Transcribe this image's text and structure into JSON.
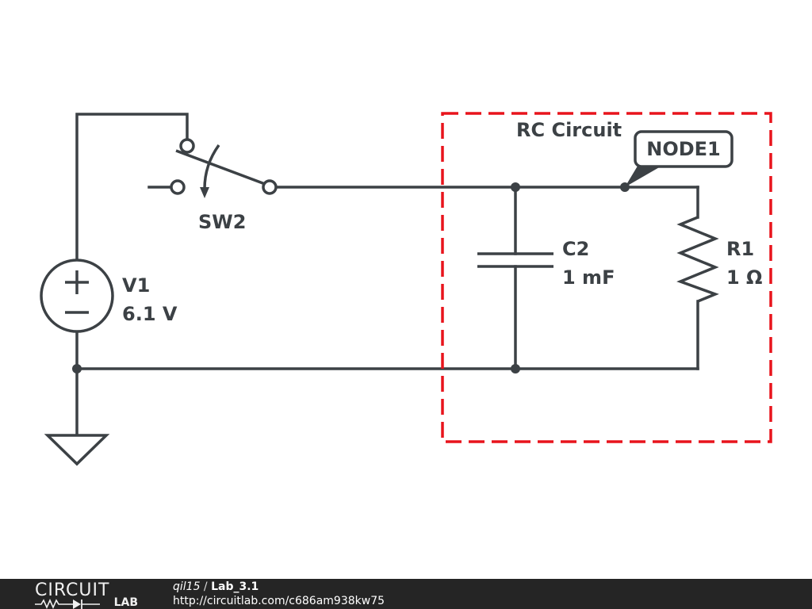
{
  "schematic": {
    "box_title": "RC Circuit",
    "box_color": "#e8141c",
    "wire_color": "#3c4145",
    "node_label": "NODE1",
    "components": {
      "switch": {
        "name": "SW2"
      },
      "source": {
        "name": "V1",
        "value": "6.1 V",
        "plus_symbol": "+",
        "minus_symbol": "−"
      },
      "capacitor": {
        "name": "C2",
        "value": "1 mF"
      },
      "resistor": {
        "name": "R1",
        "value": "1 Ω"
      }
    }
  },
  "footer": {
    "logo_top": "CIRCUIT",
    "logo_bottom": "LAB",
    "user": "qil15",
    "separator": " / ",
    "project": "Lab_3.1",
    "url": "http://circuitlab.com/c686am938kw75"
  }
}
